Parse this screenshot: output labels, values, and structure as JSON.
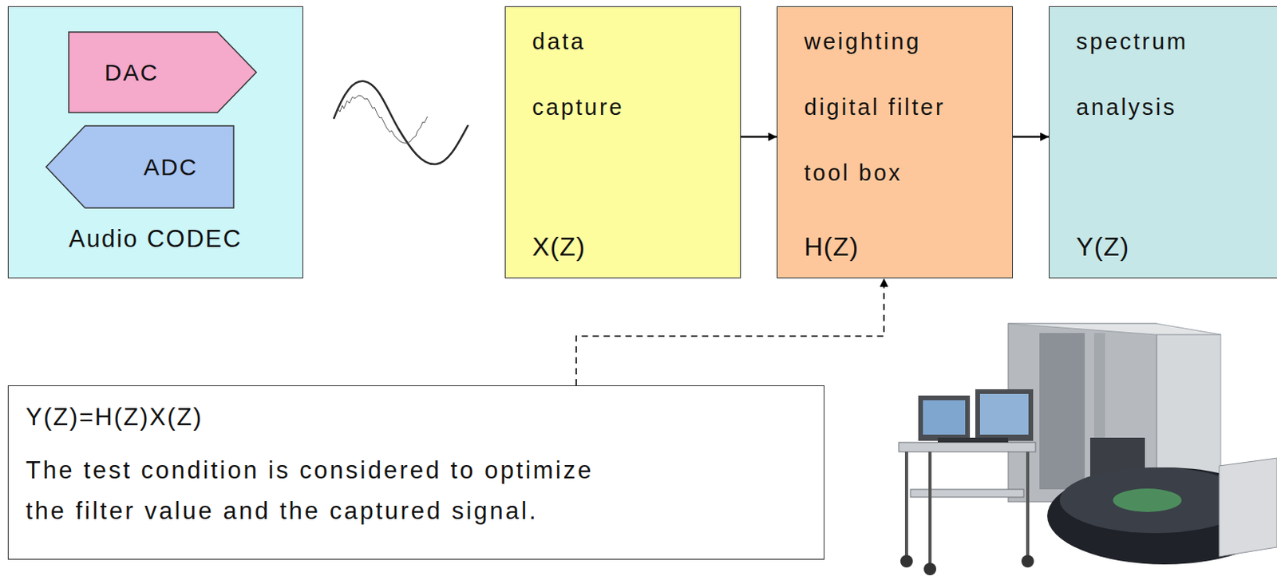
{
  "diagram": {
    "nodes": [
      {
        "text": [
          "Audio CODEC"
        ]
      },
      {
        "text": [
          "DAC"
        ],
        "in": 0
      },
      {
        "text": [
          "ADC"
        ],
        "in": 0
      },
      {
        "text": [
          "data capture",
          "X(Z)"
        ]
      },
      {
        "text": [
          "weighting digital filter tool box",
          "H(Z)"
        ]
      },
      {
        "text": [
          "spectrum analysis",
          "Y(Z)"
        ]
      },
      {
        "text": [
          "Y(Z)=H(Z)X(Z)",
          "The test condition is considered to optimize the filter value and the captured signal."
        ]
      }
    ],
    "edges": [
      {
        "from": 3,
        "to": 4,
        "arrow": "to"
      },
      {
        "from": 4,
        "to": 5,
        "arrow": "to"
      },
      {
        "from": 6,
        "to": 4,
        "arrow": "to"
      }
    ]
  }
}
